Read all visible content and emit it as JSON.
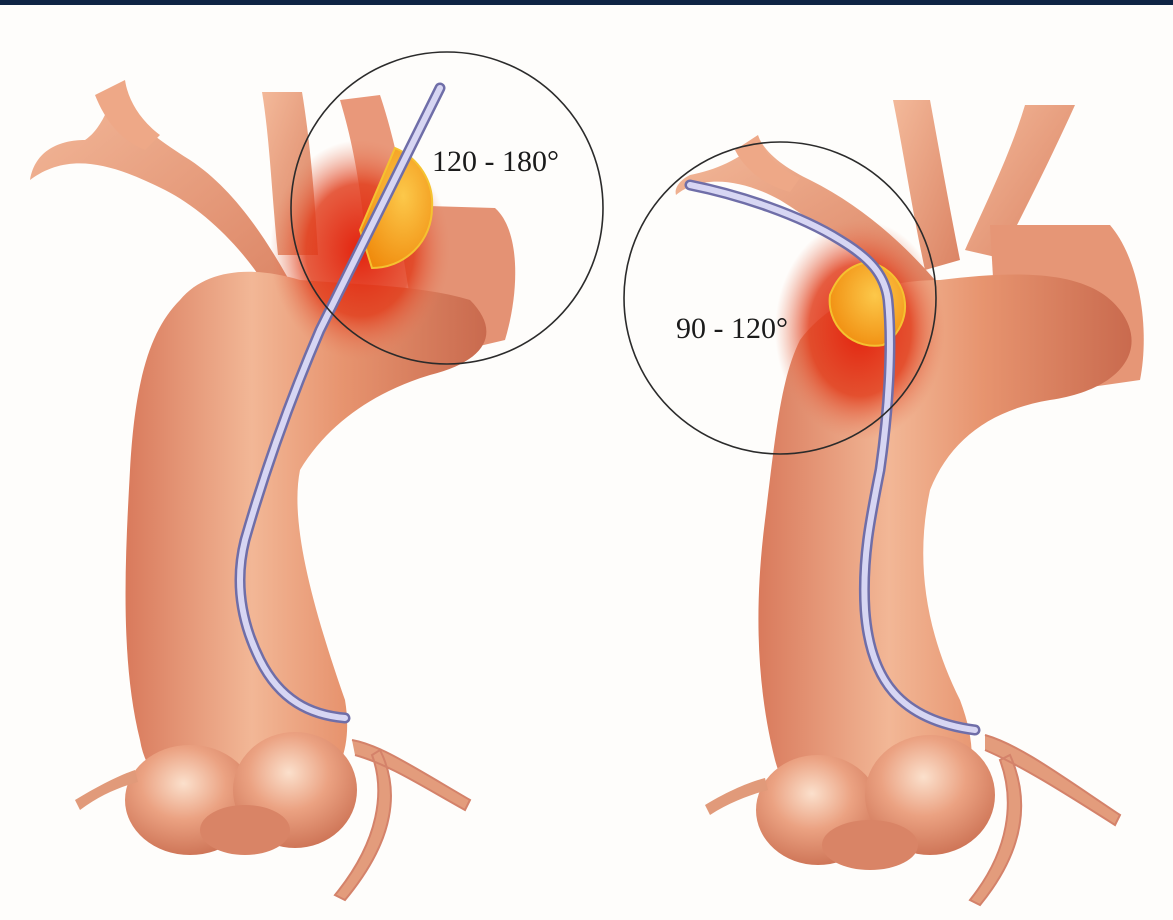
{
  "figure": {
    "panels": [
      {
        "id": "left",
        "angle_label": "120 - 180°"
      },
      {
        "id": "right",
        "angle_label": "90 - 120°"
      }
    ]
  },
  "colors": {
    "header_bar": "#0f2444",
    "vessel_base": "#e3906f",
    "vessel_shadow": "#c9634a",
    "vessel_highlight": "#f6c7a9",
    "inflamed_red": "#d8180b",
    "angle_marker": "#f39a10",
    "catheter": "#a8a7dc",
    "magnifier_circle": "#2b2b2b",
    "background": "#fefdfb"
  }
}
